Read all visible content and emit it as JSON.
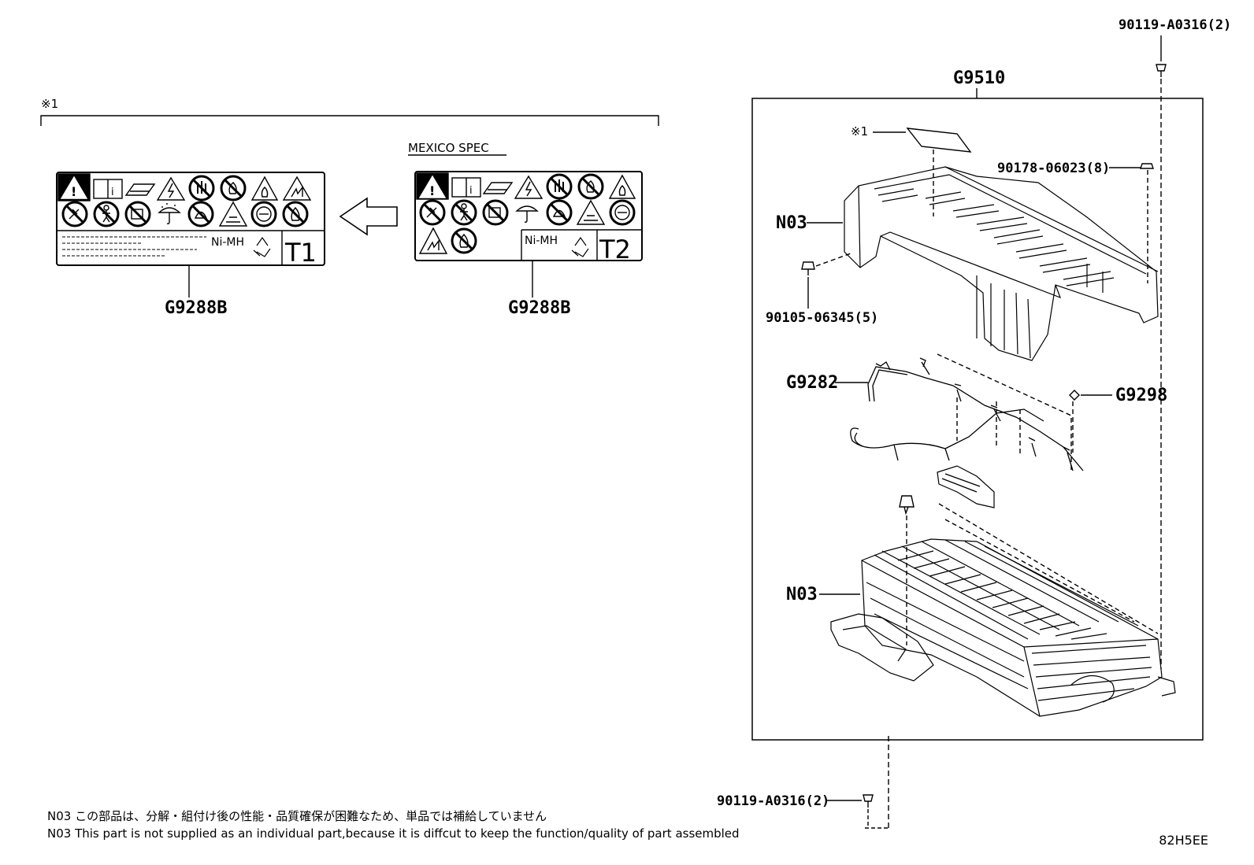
{
  "labels": {
    "mark_top": "※1",
    "mexico_spec": "MEXICO SPEC",
    "label_part_left": "G9288B",
    "label_part_right": "G9288B",
    "label_text_left": "Ni-MH",
    "label_text_right": "Ni-MH",
    "label_code_left": "T1",
    "label_code_right": "T2"
  },
  "assembly": {
    "main_part": "G9510",
    "mark_inner": "※1",
    "bolt_top": "90119-A0316(2)",
    "bolt_bottom": "90119-A0316(2)",
    "nut": "90178-06023(8)",
    "bolt_side": "90105-06345(5)",
    "cover": "N03",
    "harness": "G9282",
    "clip": "G9298",
    "battery_stack": "N03"
  },
  "notes": {
    "jp": "N03 この部品は、分解・組付け後の性能・品質確保が困難なため、単品では補給していません",
    "en": "N03 This part is not supplied as an  individual part,because it is diffcut to keep the function/quality of part assembled"
  },
  "diagram_code": "82H5EE",
  "icons": [
    "warning-triangle-icon",
    "manual-icon",
    "battery-icon",
    "high-voltage-icon",
    "no-touch-icon",
    "no-fire-icon",
    "flammable-icon",
    "explosion-icon",
    "no-disassemble-icon",
    "no-child-icon",
    "no-crush-icon",
    "umbrella-icon",
    "no-water-icon",
    "corrosive-icon",
    "protective-gear-icon",
    "no-open-flame-icon",
    "recycle-icon",
    "arrow-left-icon"
  ]
}
